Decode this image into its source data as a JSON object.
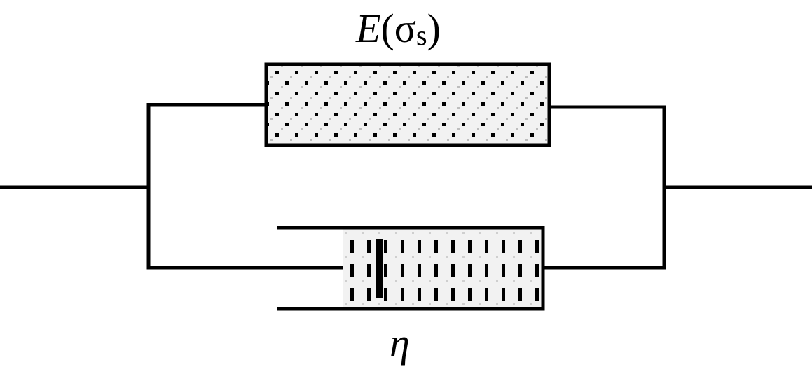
{
  "labels": {
    "spring_symbol": "E",
    "spring_open_paren": "(",
    "spring_sigma": "σ",
    "spring_subscript": "s",
    "spring_close_paren": ")",
    "dashpot_symbol": "η"
  },
  "colors": {
    "line": "#000000",
    "fill": "#f2f2f2",
    "dot": "#000000",
    "dot_light": "#bdbdbd",
    "background": "#ffffff"
  }
}
